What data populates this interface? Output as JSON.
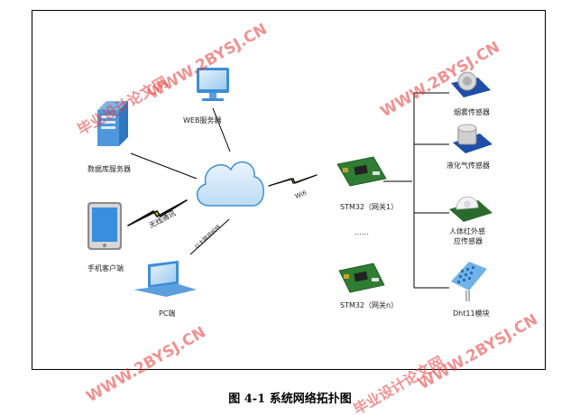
{
  "nodes": {
    "web_server": "WEB服务器",
    "db_server": "数据库服务器",
    "mobile_client": "手机客户端",
    "pc_client": "PC端",
    "gateway_1": "STM32（网关1）",
    "gateway_n": "STM32（网关n）",
    "ellipsis": "……",
    "smoke_sensor": "烟雾传感器",
    "lpg_sensor": "液化气传感器",
    "pir_sensor_line1": "人体红外感",
    "pir_sensor_line2": "应传感器",
    "dht11": "Dht11模块"
  },
  "links": {
    "wireless": "无线通讯",
    "ethernet": "以太网双绞线",
    "wifi": "Wifi"
  },
  "watermarks": {
    "site": "WWW.2BYSJ.CN",
    "name": "毕业设计论文网"
  },
  "caption": "图 4-1 系统网络拓扑图",
  "colors": {
    "accent_blue": "#3c8fd6",
    "watermark_red": "#e53a3a",
    "pcb_green": "#2e7d32"
  }
}
